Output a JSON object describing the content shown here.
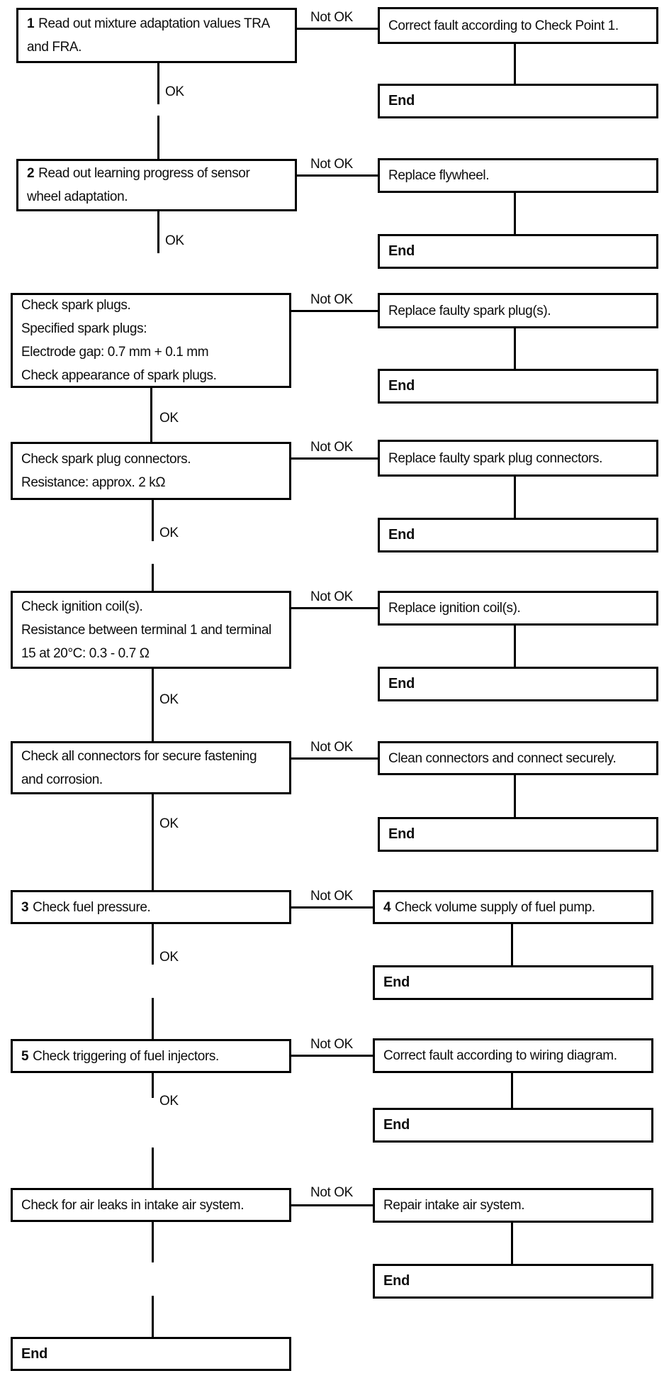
{
  "labels": {
    "ok": "OK",
    "not_ok": "Not OK",
    "end": "End"
  },
  "rows": [
    {
      "step": {
        "number": "1",
        "lines": [
          "Read out mixture adaptation values TRA",
          "and FRA."
        ]
      },
      "fail": {
        "text": "Correct fault according to Check Point 1."
      }
    },
    {
      "step": {
        "number": "2",
        "lines": [
          "Read out learning progress of sensor",
          "wheel adaptation."
        ]
      },
      "fail": {
        "text": "Replace flywheel."
      }
    },
    {
      "step": {
        "lines": [
          "Check spark plugs.",
          "Specified spark plugs:",
          "Electrode gap: 0.7 mm + 0.1 mm",
          "Check appearance of spark plugs."
        ]
      },
      "fail": {
        "text": "Replace faulty spark plug(s)."
      }
    },
    {
      "step": {
        "lines": [
          "Check spark plug connectors.",
          "Resistance: approx. 2 kΩ"
        ]
      },
      "fail": {
        "text": "Replace faulty spark plug connectors."
      }
    },
    {
      "step": {
        "lines": [
          "Check ignition coil(s).",
          "Resistance between terminal 1 and terminal",
          "15 at 20°C: 0.3 - 0.7 Ω"
        ]
      },
      "fail": {
        "text": "Replace ignition coil(s)."
      }
    },
    {
      "step": {
        "lines": [
          "Check all connectors for secure fastening",
          "and corrosion."
        ]
      },
      "fail": {
        "text": "Clean connectors and connect securely."
      }
    },
    {
      "step": {
        "number": "3",
        "lines": [
          "Check fuel pressure."
        ]
      },
      "fail": {
        "number": "4",
        "text": "Check volume supply of fuel pump."
      }
    },
    {
      "step": {
        "number": "5",
        "lines": [
          "Check triggering of fuel injectors."
        ]
      },
      "fail": {
        "text": "Correct fault according to wiring diagram."
      }
    },
    {
      "step": {
        "lines": [
          "Check for air leaks in intake air system."
        ]
      },
      "fail": {
        "text": "Repair intake air system."
      }
    }
  ]
}
